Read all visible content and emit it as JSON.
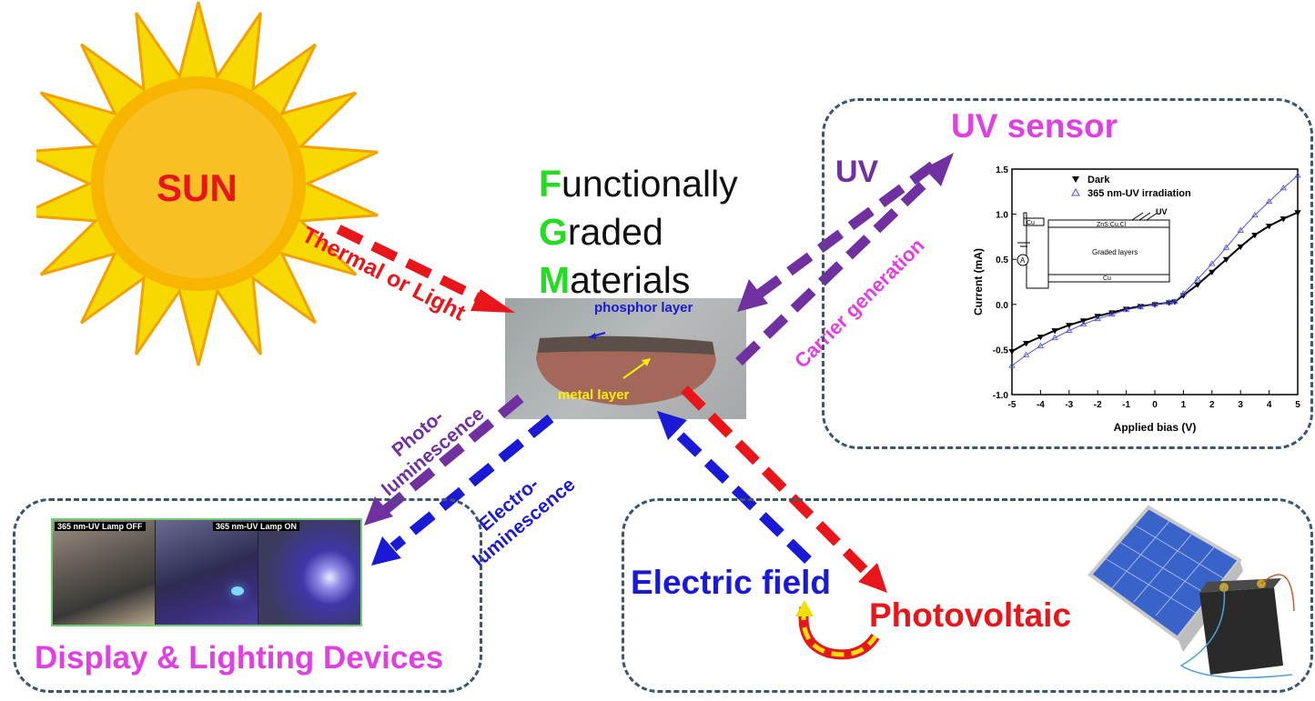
{
  "colors": {
    "sun_outer": "#f5d800",
    "sun_inner": "#f7b500",
    "red": "#e8151b",
    "purple": "#7030a0",
    "blue": "#1a1ad6",
    "magenta": "#e040e0",
    "green": "#22dd22",
    "panel_border": "#3d5670"
  },
  "sun": {
    "label": "SUN"
  },
  "title": {
    "line1_initial": "F",
    "line1_rest": "unctionally",
    "line2_initial": "G",
    "line2_rest": "raded",
    "line3_initial": "M",
    "line3_rest": "aterials"
  },
  "sample": {
    "phosphor_label": "phosphor layer",
    "metal_label": "metal layer"
  },
  "arrows": {
    "thermal_light": "Thermal or Light",
    "uv": "UV",
    "carrier_generation": "Carrier generation",
    "photo_line1": "Photo-",
    "photo_line2": "luminescence",
    "electro_line1": "Electro-",
    "electro_line2": "luminescence"
  },
  "uv_sensor": {
    "title": "UV sensor",
    "chart": {
      "xlabel": "Applied bias (V)",
      "ylabel": "Current (mA)",
      "legend_dark": "Dark",
      "legend_uv": "365 nm-UV irradiation",
      "inset_cu_top": "Cu",
      "inset_uv": "UV",
      "inset_layer": "ZnS:Cu,Cl",
      "inset_graded": "Graded layers",
      "inset_cu_bottom": "Cu",
      "inset_meter": "A"
    }
  },
  "chart_data": {
    "type": "scatter",
    "xlabel": "Applied bias (V)",
    "ylabel": "Current (mA)",
    "xlim": [
      -5,
      5
    ],
    "ylim": [
      -1.0,
      1.5
    ],
    "x_ticks": [
      "-5",
      "-4",
      "-3",
      "-2",
      "-1",
      "0",
      "1",
      "2",
      "3",
      "4",
      "5"
    ],
    "y_ticks": [
      "-1.0",
      "-0.5",
      "0.0",
      "0.5",
      "1.0",
      "1.5"
    ],
    "legend": "top-left",
    "series": [
      {
        "name": "Dark",
        "x": [
          -5,
          -4.5,
          -4,
          -3.5,
          -3,
          -2.5,
          -2,
          -1.5,
          -1,
          -0.5,
          0,
          0.5,
          0.7,
          1,
          1.5,
          2,
          2.5,
          3,
          3.5,
          4,
          4.5,
          5
        ],
        "y": [
          -0.52,
          -0.43,
          -0.36,
          -0.29,
          -0.23,
          -0.18,
          -0.13,
          -0.09,
          -0.05,
          -0.02,
          0.0,
          0.02,
          0.03,
          0.1,
          0.22,
          0.36,
          0.5,
          0.64,
          0.77,
          0.87,
          0.95,
          1.02
        ]
      },
      {
        "name": "365 nm-UV irradiation",
        "x": [
          -5,
          -4.5,
          -4,
          -3.5,
          -3,
          -2.5,
          -2,
          -1.5,
          -1,
          -0.5,
          0,
          0.5,
          0.7,
          1,
          1.5,
          2,
          2.5,
          3,
          3.5,
          4,
          4.5,
          5
        ],
        "y": [
          -0.68,
          -0.56,
          -0.46,
          -0.37,
          -0.29,
          -0.22,
          -0.16,
          -0.11,
          -0.06,
          -0.03,
          0.0,
          0.02,
          0.03,
          0.12,
          0.28,
          0.45,
          0.63,
          0.82,
          0.99,
          1.14,
          1.29,
          1.43
        ]
      }
    ]
  },
  "display_panel": {
    "title": "Display & Lighting Devices",
    "photo1_label": "365 nm-UV Lamp OFF",
    "photo2_label": "365 nm-UV Lamp ON"
  },
  "pv_panel": {
    "electric_field": "Electric field",
    "photovoltaic": "Photovoltaic"
  }
}
